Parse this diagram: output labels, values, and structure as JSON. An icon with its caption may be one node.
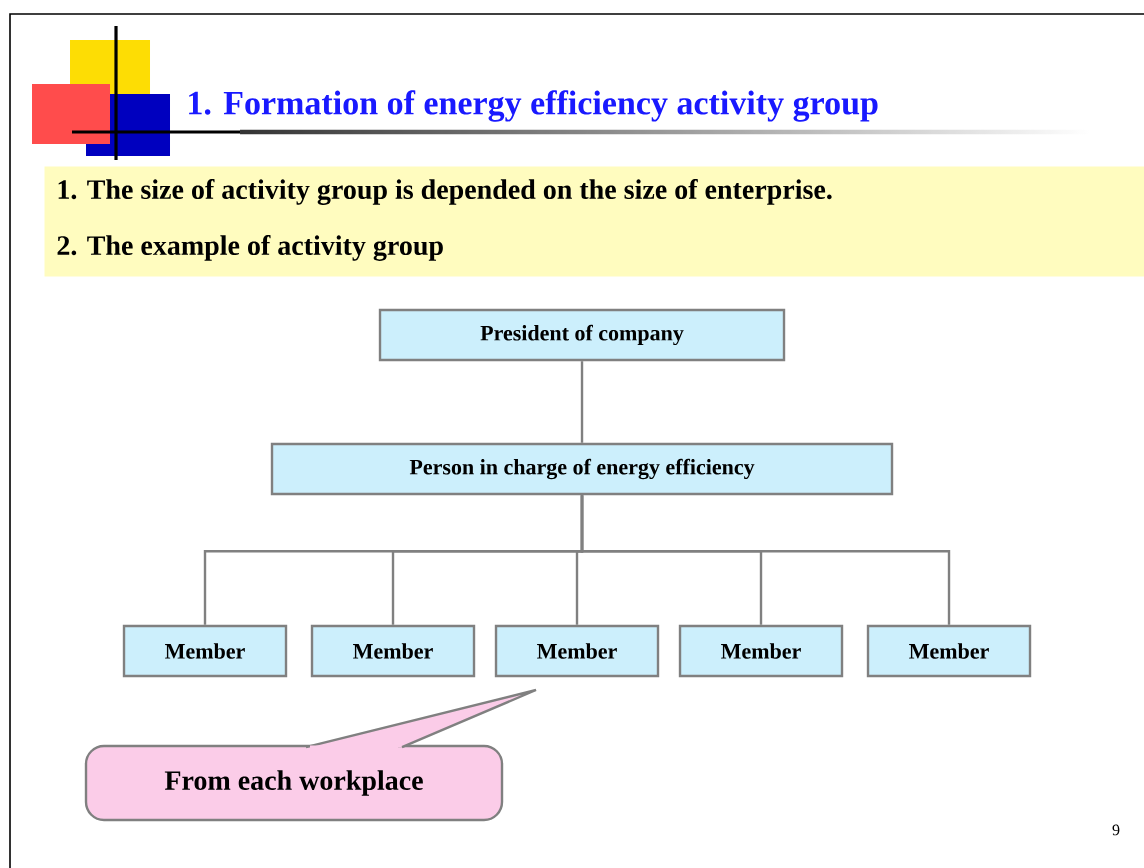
{
  "diagram": {
    "title": "1. Formation of energy efficiency activity group",
    "nodes": [
      {
        "text": [
          "1. The size of activity group is depended on the size of enterprise.",
          "2. The example of activity group"
        ]
      },
      {
        "text": [
          "President of company"
        ]
      },
      {
        "text": [
          "Person in charge of energy efficiency"
        ]
      },
      {
        "text": [
          "Member"
        ]
      },
      {
        "text": [
          "Member"
        ]
      },
      {
        "text": [
          "Member"
        ]
      },
      {
        "text": [
          "Member"
        ]
      },
      {
        "text": [
          "Member"
        ]
      },
      {
        "text": [
          "From each workplace"
        ]
      }
    ],
    "edges": [
      {
        "from": 1,
        "to": 2,
        "arrow": "none"
      },
      {
        "from": 2,
        "to": 3,
        "arrow": "none"
      },
      {
        "from": 2,
        "to": 4,
        "arrow": "none"
      },
      {
        "from": 2,
        "to": 5,
        "arrow": "none"
      },
      {
        "from": 2,
        "to": 6,
        "arrow": "none"
      },
      {
        "from": 2,
        "to": 7,
        "arrow": "none"
      }
    ],
    "labels": [
      "9"
    ]
  }
}
